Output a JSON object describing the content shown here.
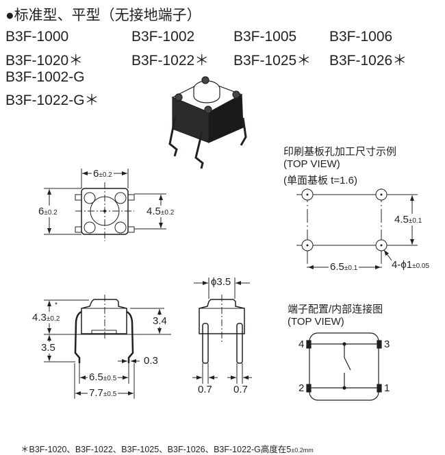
{
  "header": {
    "title": "●标准型、平型（无接地端子）"
  },
  "models": {
    "rows": [
      [
        "B3F-1000",
        "B3F-1002",
        "B3F-1005",
        "B3F-1006"
      ],
      [
        "B3F-1020＊",
        "B3F-1022＊",
        "B3F-1025＊",
        "B3F-1026＊"
      ],
      [
        "B3F-1002-G"
      ],
      [
        "B3F-1022-G＊"
      ]
    ]
  },
  "top_view_dims": {
    "width": "6",
    "width_tol": "±0.2",
    "height": "6",
    "height_tol": "±0.2",
    "pin_pitch": "4.5",
    "pin_pitch_tol": "±0.2"
  },
  "pcb_layout": {
    "title": "印刷基板孔加工尺寸示例",
    "view": "(TOP VIEW)",
    "note": "(单面基板  t=1.6)",
    "vertical": "4.5",
    "vertical_tol": "±0.1",
    "horizontal": "6.5",
    "horizontal_tol": "±0.1",
    "hole": "4-ϕ1",
    "hole_tol": "±0.05"
  },
  "side_view_dims": {
    "star": "*",
    "height": "4.3",
    "height_tol": "±0.2",
    "body_height": "3.4",
    "lead_length": "3.5",
    "lead_thickness": "0.3",
    "inner_span": "6.5",
    "inner_span_tol": "±0.5",
    "outer_span": "7.7",
    "outer_span_tol": "±0.5"
  },
  "front_view_dims": {
    "plunger_dia": "ϕ3.5",
    "lead_width_left": "0.7",
    "lead_width_right": "0.7"
  },
  "terminal_diagram": {
    "title": "端子配置/内部连接图",
    "view": "(TOP VIEW)",
    "pins": [
      "4",
      "3",
      "2",
      "1"
    ]
  },
  "footnote": {
    "text": "＊B3F-1020、B3F-1022、B3F-1025、B3F-1026、B3F-1022-G高度在5",
    "tol": "±0.2mm"
  }
}
